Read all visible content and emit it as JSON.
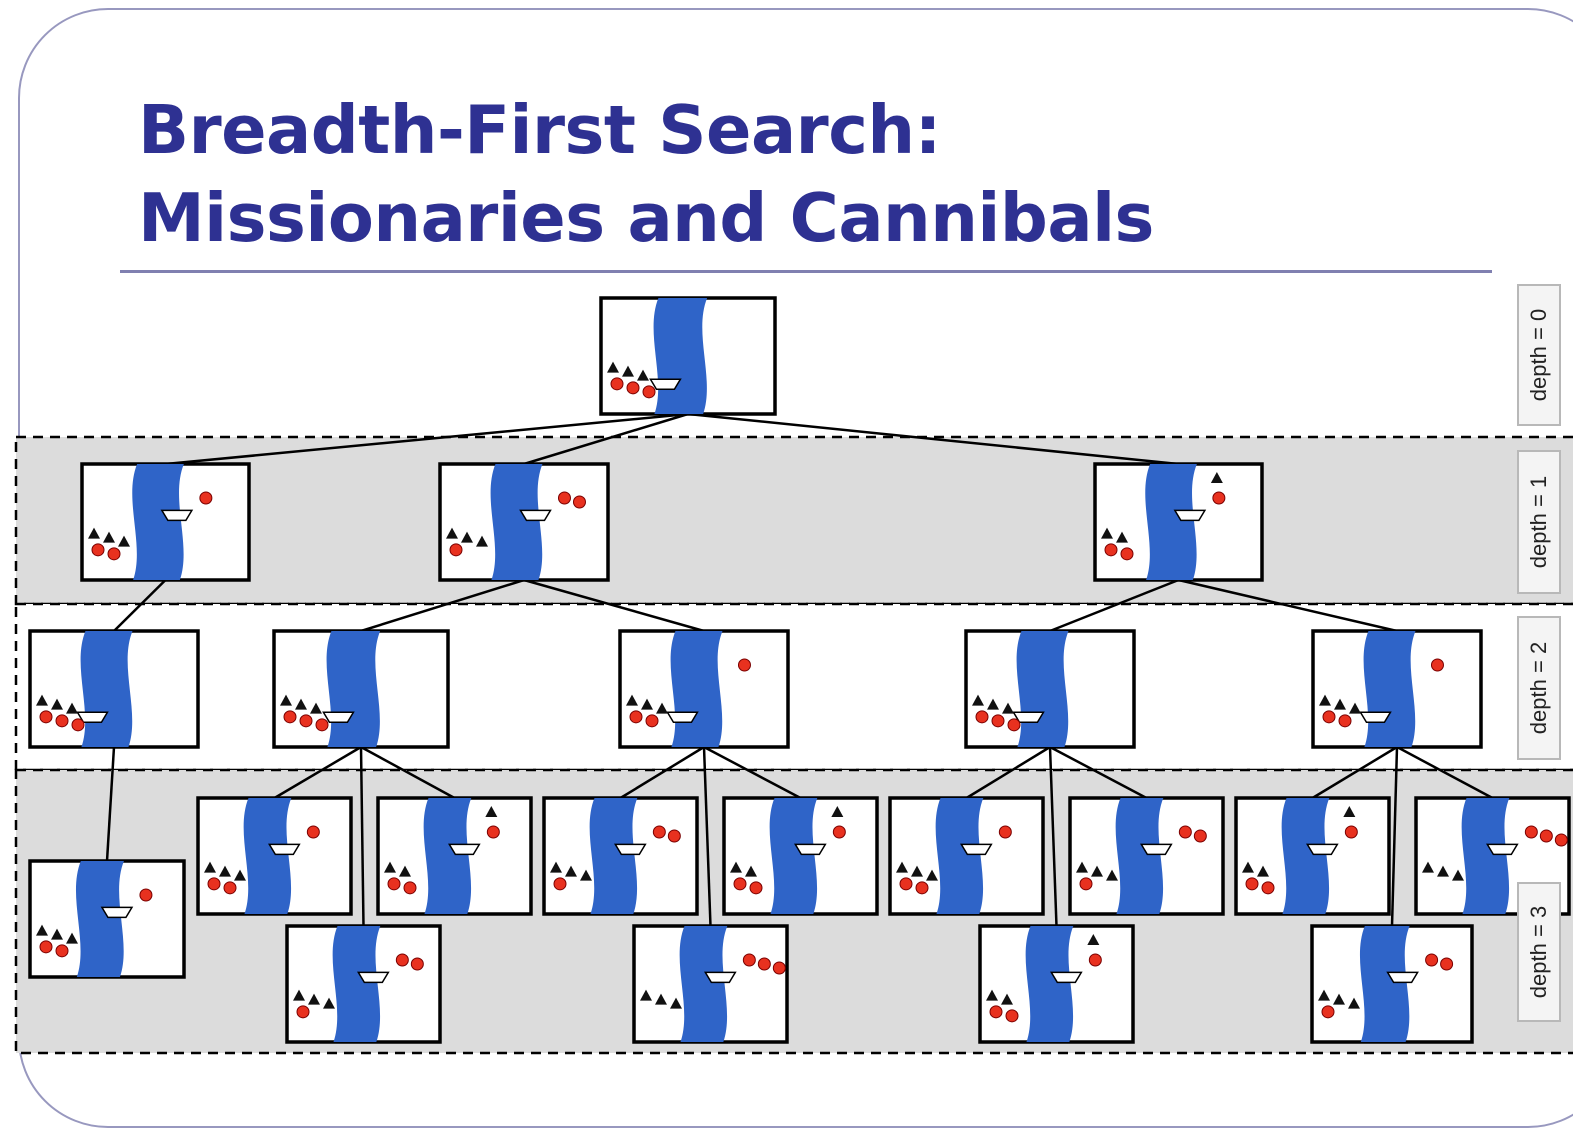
{
  "slide": {
    "title_line1": "Breadth-First Search:",
    "title_line2": "Missionaries and Cannibals"
  },
  "depth_labels": [
    "depth = 0",
    "depth = 1",
    "depth = 2",
    "depth = 3"
  ],
  "colors": {
    "title": "#2e3192",
    "river": "#2f64c8",
    "band": "#dcdcdc",
    "cannibal": "#e8311f",
    "missionary": "#111111",
    "frame": "#9898bf"
  },
  "icons": {
    "missionary": "black-triangle",
    "cannibal": "red-circle",
    "boat": "boat-icon"
  },
  "tree": {
    "nodes": [
      {
        "id": "n0",
        "depth": 0,
        "left": {
          "m": 3,
          "c": 3
        },
        "right": {
          "m": 0,
          "c": 0
        },
        "boat": "left"
      },
      {
        "id": "n1a",
        "depth": 1,
        "left": {
          "m": 3,
          "c": 2
        },
        "right": {
          "m": 0,
          "c": 1
        },
        "boat": "right"
      },
      {
        "id": "n1b",
        "depth": 1,
        "left": {
          "m": 3,
          "c": 1
        },
        "right": {
          "m": 0,
          "c": 2
        },
        "boat": "right"
      },
      {
        "id": "n1c",
        "depth": 1,
        "left": {
          "m": 2,
          "c": 2
        },
        "right": {
          "m": 1,
          "c": 1
        },
        "boat": "right"
      },
      {
        "id": "n2a",
        "depth": 2,
        "left": {
          "m": 3,
          "c": 3
        },
        "right": {
          "m": 0,
          "c": 0
        },
        "boat": "left"
      },
      {
        "id": "n2b",
        "depth": 2,
        "left": {
          "m": 3,
          "c": 3
        },
        "right": {
          "m": 0,
          "c": 0
        },
        "boat": "left"
      },
      {
        "id": "n2c",
        "depth": 2,
        "left": {
          "m": 3,
          "c": 2
        },
        "right": {
          "m": 0,
          "c": 1
        },
        "boat": "left"
      },
      {
        "id": "n2d",
        "depth": 2,
        "left": {
          "m": 3,
          "c": 3
        },
        "right": {
          "m": 0,
          "c": 0
        },
        "boat": "left"
      },
      {
        "id": "n2e",
        "depth": 2,
        "left": {
          "m": 3,
          "c": 2
        },
        "right": {
          "m": 0,
          "c": 1
        },
        "boat": "left"
      },
      {
        "id": "n3a",
        "depth": 3,
        "left": {
          "m": 3,
          "c": 2
        },
        "right": {
          "m": 0,
          "c": 1
        },
        "boat": "right"
      },
      {
        "id": "n3b",
        "depth": 3,
        "left": {
          "m": 3,
          "c": 2
        },
        "right": {
          "m": 0,
          "c": 1
        },
        "boat": "right"
      },
      {
        "id": "n3c",
        "depth": 3,
        "left": {
          "m": 3,
          "c": 1
        },
        "right": {
          "m": 0,
          "c": 2
        },
        "boat": "right"
      },
      {
        "id": "n3d",
        "depth": 3,
        "left": {
          "m": 2,
          "c": 2
        },
        "right": {
          "m": 1,
          "c": 1
        },
        "boat": "right"
      },
      {
        "id": "n3e",
        "depth": 3,
        "left": {
          "m": 3,
          "c": 1
        },
        "right": {
          "m": 0,
          "c": 2
        },
        "boat": "right"
      },
      {
        "id": "n3f",
        "depth": 3,
        "left": {
          "m": 3,
          "c": 0
        },
        "right": {
          "m": 0,
          "c": 3
        },
        "boat": "right"
      },
      {
        "id": "n3g",
        "depth": 3,
        "left": {
          "m": 2,
          "c": 2
        },
        "right": {
          "m": 1,
          "c": 1
        },
        "boat": "right"
      },
      {
        "id": "n3h",
        "depth": 3,
        "left": {
          "m": 3,
          "c": 2
        },
        "right": {
          "m": 0,
          "c": 1
        },
        "boat": "right"
      },
      {
        "id": "n3i",
        "depth": 3,
        "left": {
          "m": 2,
          "c": 2
        },
        "right": {
          "m": 1,
          "c": 1
        },
        "boat": "right"
      },
      {
        "id": "n3j",
        "depth": 3,
        "left": {
          "m": 3,
          "c": 1
        },
        "right": {
          "m": 0,
          "c": 2
        },
        "boat": "right"
      },
      {
        "id": "n3k",
        "depth": 3,
        "left": {
          "m": 2,
          "c": 2
        },
        "right": {
          "m": 1,
          "c": 1
        },
        "boat": "right"
      },
      {
        "id": "n3l",
        "depth": 3,
        "left": {
          "m": 3,
          "c": 1
        },
        "right": {
          "m": 0,
          "c": 2
        },
        "boat": "right"
      },
      {
        "id": "n3m",
        "depth": 3,
        "left": {
          "m": 3,
          "c": 0
        },
        "right": {
          "m": 0,
          "c": 3
        },
        "boat": "right"
      }
    ],
    "edges": [
      [
        "n0",
        "n1a"
      ],
      [
        "n0",
        "n1b"
      ],
      [
        "n0",
        "n1c"
      ],
      [
        "n1a",
        "n2a"
      ],
      [
        "n1b",
        "n2b"
      ],
      [
        "n1b",
        "n2c"
      ],
      [
        "n1c",
        "n2d"
      ],
      [
        "n1c",
        "n2e"
      ],
      [
        "n2a",
        "n3a"
      ],
      [
        "n2b",
        "n3b"
      ],
      [
        "n2b",
        "n3c"
      ],
      [
        "n2b",
        "n3d"
      ],
      [
        "n2c",
        "n3e"
      ],
      [
        "n2c",
        "n3f"
      ],
      [
        "n2c",
        "n3g"
      ],
      [
        "n2d",
        "n3h"
      ],
      [
        "n2d",
        "n3i"
      ],
      [
        "n2d",
        "n3j"
      ],
      [
        "n2e",
        "n3k"
      ],
      [
        "n2e",
        "n3l"
      ],
      [
        "n2e",
        "n3m"
      ]
    ]
  }
}
